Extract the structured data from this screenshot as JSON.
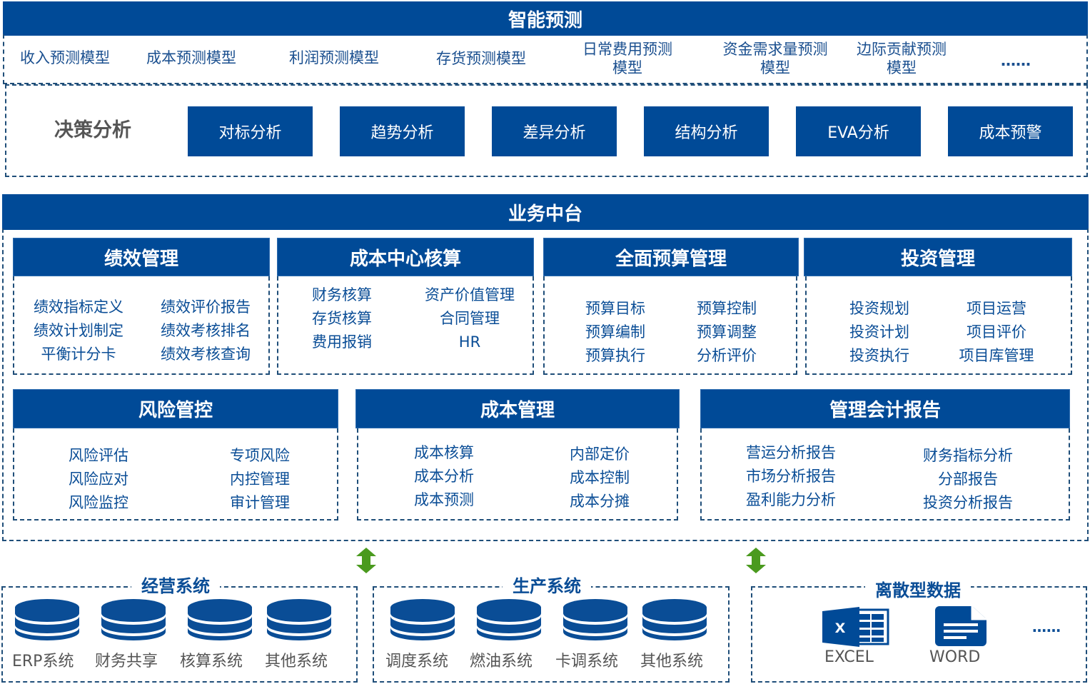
{
  "smart_forecast": {
    "title": "智能预测",
    "models": [
      {
        "line1": "收入预测模型",
        "line2": ""
      },
      {
        "line1": "成本预测模型",
        "line2": ""
      },
      {
        "line1": "利润预测模型",
        "line2": ""
      },
      {
        "line1": "存货预测模型",
        "line2": ""
      },
      {
        "line1": "日常费用预测",
        "line2": "模型"
      },
      {
        "line1": "资金需求量预测",
        "line2": "模型"
      },
      {
        "line1": "边际贡献预测",
        "line2": "模型"
      },
      {
        "line1": "……",
        "line2": ""
      }
    ]
  },
  "decision": {
    "label": "决策分析",
    "buttons": [
      "对标分析",
      "趋势分析",
      "差异分析",
      "结构分析",
      "EVA分析",
      "成本预警"
    ]
  },
  "business": {
    "title": "业务中台",
    "modules": [
      {
        "title": "绩效管理",
        "left": [
          "绩效指标定义",
          "绩效计划制定",
          "平衡计分卡"
        ],
        "right": [
          "绩效评价报告",
          "绩效考核排名",
          "绩效考核查询"
        ]
      },
      {
        "title": "成本中心核算",
        "left": [
          "财务核算",
          "存货核算",
          "费用报销"
        ],
        "right": [
          "资产价值管理",
          "合同管理",
          "HR"
        ]
      },
      {
        "title": "全面预算管理",
        "left": [
          "预算目标",
          "预算编制",
          "预算执行"
        ],
        "right": [
          "预算控制",
          "预算调整",
          "分析评价"
        ]
      },
      {
        "title": "投资管理",
        "left": [
          "投资规划",
          "投资计划",
          "投资执行"
        ],
        "right": [
          "项目运营",
          "项目评价",
          "项目库管理"
        ]
      },
      {
        "title": "风险管控",
        "left": [
          "风险评估",
          "风险应对",
          "风险监控"
        ],
        "right": [
          "专项风险",
          "内控管理",
          "审计管理"
        ]
      },
      {
        "title": "成本管理",
        "left": [
          "成本核算",
          "成本分析",
          "成本预测"
        ],
        "right": [
          "内部定价",
          "成本控制",
          "成本分摊"
        ]
      },
      {
        "title": "管理会计报告",
        "left": [
          "营运分析报告",
          "市场分析报告",
          "盈利能力分析"
        ],
        "right": [
          "财务指标分析",
          "分部报告",
          "投资分析报告"
        ]
      }
    ]
  },
  "sources": {
    "operation": {
      "title": "经营系统",
      "items": [
        "ERP系统",
        "财务共享",
        "核算系统",
        "其他系统"
      ]
    },
    "production": {
      "title": "生产系统",
      "items": [
        "调度系统",
        "燃油系统",
        "卡调系统",
        "其他系统"
      ]
    },
    "discrete": {
      "title": "离散型数据",
      "items": [
        "EXCEL",
        "WORD"
      ],
      "more": "……"
    }
  },
  "colors": {
    "primary": "#004a97",
    "arrow": "#4a9a1e",
    "text": "#0a4d96",
    "gray": "#555555"
  }
}
